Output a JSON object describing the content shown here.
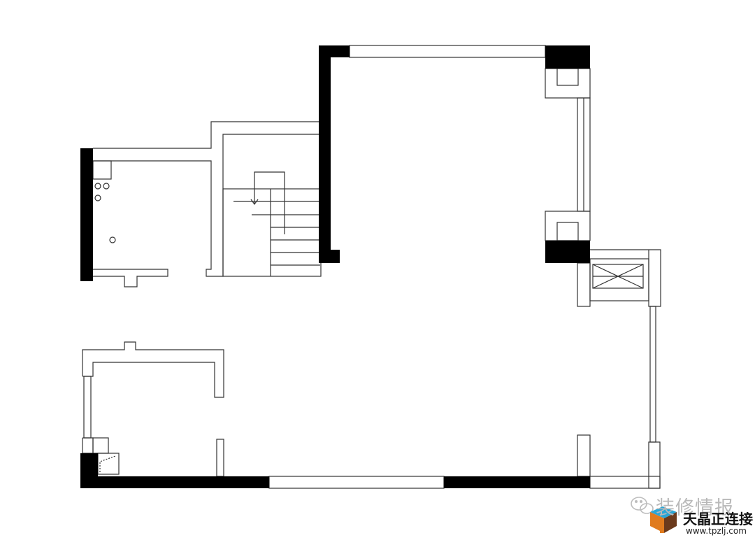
{
  "floor_plan": {
    "wall_fill": "#000000",
    "outline_color": "#333333",
    "background": "#ffffff"
  },
  "watermark": {
    "account_text": "装修情报",
    "brand_text": "天晶正连接",
    "url_text": "www.tpzlj.com",
    "icon": "wechat-bubble-icon",
    "logo": "cube-logo-icon",
    "text_color": "#b9b9b9",
    "logo_colors": [
      "#2aa6d6",
      "#e07b1e",
      "#6b3a1c"
    ]
  }
}
